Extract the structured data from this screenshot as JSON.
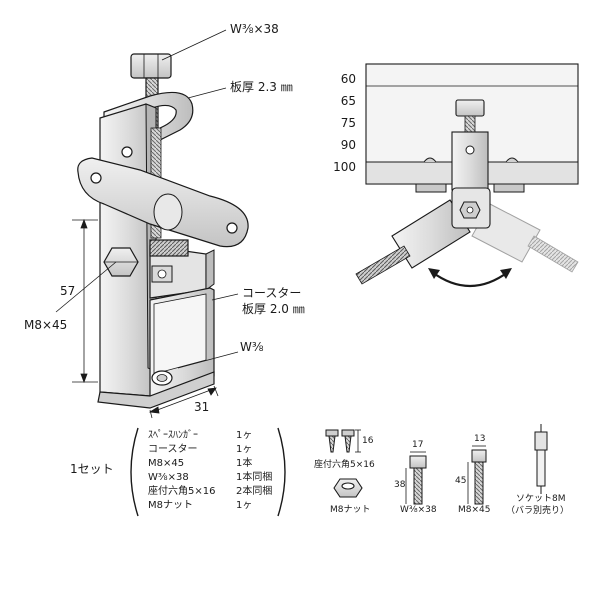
{
  "main_figure": {
    "bolt_top_label": "W⅜×38",
    "plate_top_label": "板厚 2.3 ㎜",
    "caster_label": "コースター",
    "caster_thickness_label": "板厚 2.0 ㎜",
    "height_dim": "57",
    "side_bolt_label": "M8×45",
    "bottom_bolt_label": "W⅜",
    "width_dim": "31"
  },
  "swivel_figure": {
    "thickness_scale": [
      "60",
      "65",
      "75",
      "90",
      "100"
    ]
  },
  "set_list": {
    "heading": "1セット",
    "rows": [
      {
        "name": "ｽﾍﾟｰｽﾊﾝｶﾞｰ",
        "qty": "1ヶ"
      },
      {
        "name": "コースター",
        "qty": "1ヶ"
      },
      {
        "name": "M8×45",
        "qty": "1本"
      },
      {
        "name": "W⅜×38",
        "qty": "1本同梱"
      },
      {
        "name": "座付六角5×16",
        "qty": "2本同梱"
      },
      {
        "name": "M8ナット",
        "qty": "1ヶ"
      }
    ]
  },
  "parts": {
    "screw_dim": "16",
    "screw_label": "座付六角5×16",
    "nut_label": "M8ナット",
    "bolt_w_top_dim": "17",
    "bolt_w_side_dim": "38",
    "bolt_w_label": "W⅜×38",
    "bolt_m8_top_dim": "13",
    "bolt_m8_side_dim": "45",
    "bolt_m8_label": "M8×45",
    "socket_label": "ソケット8M",
    "socket_note": "（バラ別売り）"
  },
  "colors": {
    "outline": "#1a1a1a",
    "metal_light": "#e6e6e6",
    "metal_mid": "#c9c9c9",
    "metal_dark": "#9a9a9a",
    "ceiling_fill": "#f2f2f2"
  }
}
